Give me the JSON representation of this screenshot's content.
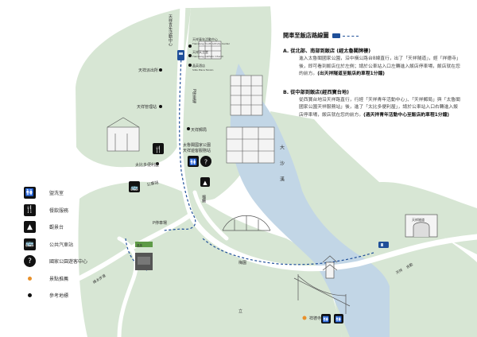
{
  "map": {
    "labels": {
      "tianxiang_youth_center_road": "天祥青年活動中心",
      "tianxiang_youth_activity_center": "天祥青年活動中心",
      "activity_center_en1": "Tianxiang Youth Activity Center",
      "tianxiang_catholic_church": "天祥天主堂",
      "catholic_church_en": "Tianxiang Catholic Church",
      "hotel_label": "晶英酒店",
      "hotel_en": "Silks Place Taroko",
      "tianxiang_police": "天祥派出所",
      "tianxiang_management": "天祥管理站",
      "p_parking_1": "P停車場",
      "tianxiang_post": "天祥郵局",
      "np_visitor_center": "太魯閣國家公園",
      "np_visitor_center_2": "天祥遊客服務站",
      "taibi_store": "太比多便利屋",
      "bus_station": "公車站",
      "p_parking_2": "P停車場",
      "road_fulan": "福蘭",
      "river": "大沙溪",
      "road_shuanglian": "梅園",
      "jiaoshan_road": "綠水步道",
      "pagoda": "祥德寺",
      "tunnel_label": "天祥隧道",
      "tianxiang_road_1": "天祥",
      "tianxiang_road_2": "合歡",
      "dajun_road": "立",
      "building_small": "晶英"
    }
  },
  "legend": {
    "items": [
      {
        "icon": "🚻",
        "text": "盥洗室"
      },
      {
        "icon": "🍴",
        "text": "餐飲服務"
      },
      {
        "icon": "▲",
        "text": "觀景台"
      },
      {
        "icon": "🚌",
        "text": "公共汽車站"
      },
      {
        "icon": "?",
        "text": "國家公園遊客中心"
      }
    ],
    "dots": [
      {
        "color": "#e8902a",
        "text": "景點推薦"
      },
      {
        "color": "#111111",
        "text": "參考地標"
      }
    ]
  },
  "panel": {
    "title": "開車至飯店路線圖",
    "section_a": {
      "head": "A. 從北部、南部到飯店 (經太魯閣牌樓)",
      "body": "進入太魯閣國家公園，沿中橫公路台8線直行，出了「天祥隧道」，經「祥德寺」後，即可看到飯店位於左側；請於公車站入口左轉進入飯店停車場，飯店就在您的前方。",
      "bold": "(出天祥隧道至飯店約車程1分鐘)"
    },
    "section_b": {
      "head": "B. 從中部到飯店(經西寶台地)",
      "body": "從西寶台地沿天祥路直行，行經「天祥青年活動中心」、「天祥郵局」與「太魯閣國家公園天祥服務站」後，進了「太比多便利屋」，請於公車站入口右轉進入飯店停車場，飯店就在您的前方。",
      "bold": "(過天祥青年活動中心至飯店約車程1分鐘)"
    }
  },
  "colors": {
    "land": "#d7e6d4",
    "water": "#c2d6e6",
    "road": "#ffffff",
    "route": "#1f4f99"
  }
}
